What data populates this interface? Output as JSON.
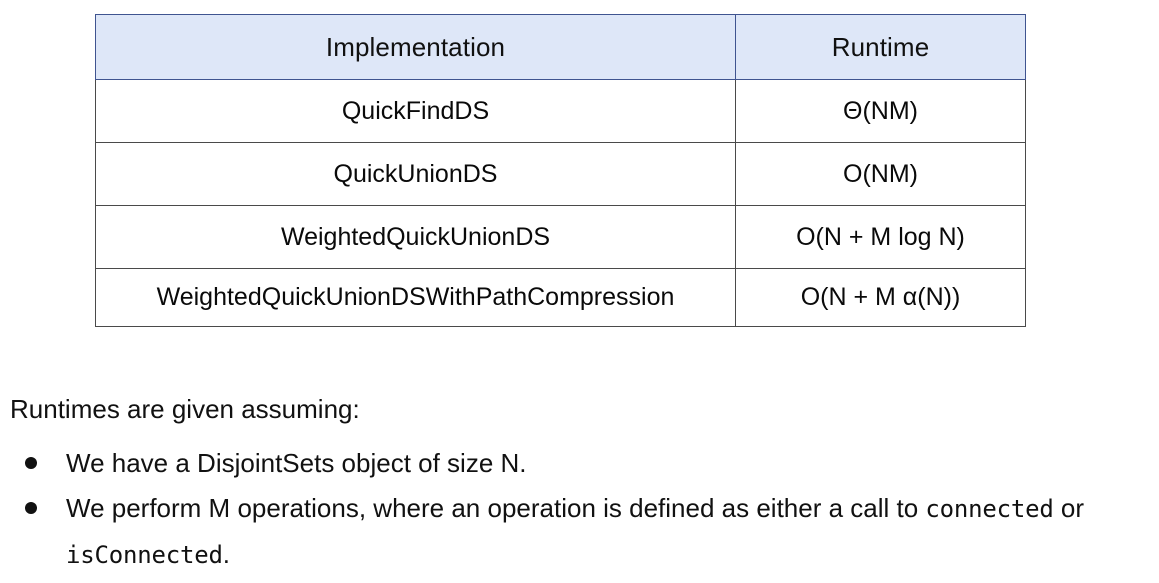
{
  "slide": {
    "table": {
      "columns": [
        "Implementation",
        "Runtime"
      ],
      "rows": [
        {
          "implementation": "QuickFindDS",
          "runtime": "Θ(NM)"
        },
        {
          "implementation": "QuickUnionDS",
          "runtime": "O(NM)"
        },
        {
          "implementation": "WeightedQuickUnionDS",
          "runtime": "O(N + M log N)"
        },
        {
          "implementation": "WeightedQuickUnionDSWithPathCompression",
          "runtime": "O(N + M α(N))"
        }
      ],
      "header_background": "#dee7f8",
      "header_border_color": "#3f5490",
      "body_border_color": "#4a4a4a"
    },
    "intro": "Runtimes are given assuming:",
    "bullets": [
      {
        "text": "We have a DisjointSets object of size N."
      },
      {
        "prefix": "We perform M operations, where an operation is defined as either a call to ",
        "code_first": "connected",
        "conjunction": " or ",
        "code_second": "isConnected",
        "suffix": "."
      }
    ]
  }
}
